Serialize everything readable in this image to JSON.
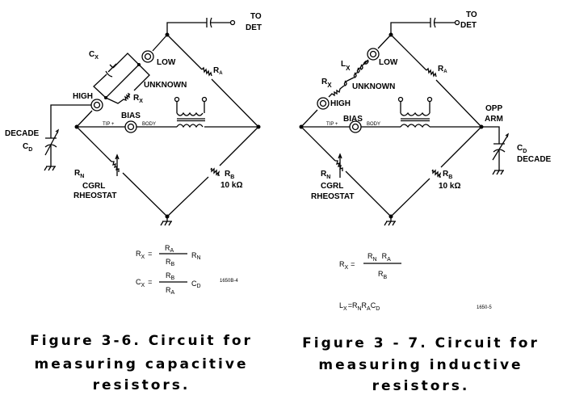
{
  "fig36": {
    "to": "TO",
    "det": "DET",
    "low": "LOW",
    "high": "HIGH",
    "unknown": "UNKNOWN",
    "cx": "C",
    "cx_sub": "X",
    "rx": "R",
    "rx_sub": "X",
    "ra": "R",
    "ra_sub": "A",
    "bias": "BIAS",
    "tip": "TIP +",
    "body": "BODY",
    "decade": "DECADE",
    "cd": "C",
    "cd_sub": "D",
    "rn": "R",
    "rn_sub": "N",
    "cgrl": "CGRL",
    "rheostat": "RHEOSTAT",
    "rb": "R",
    "rb_sub": "B",
    "rb_value": "10 kΩ",
    "formula1": {
      "lhs": "R",
      "lhs_sub": "X",
      "eq": "=",
      "num": "R",
      "num_sub": "A",
      "den": "R",
      "den_sub": "B",
      "mult": "R",
      "mult_sub": "N"
    },
    "formula2": {
      "lhs": "C",
      "lhs_sub": "X",
      "eq": "=",
      "num": "R",
      "num_sub": "B",
      "den": "R",
      "den_sub": "A",
      "mult": "C",
      "mult_sub": "D"
    },
    "code": "1650B-4",
    "caption": [
      "Figure 3-6. Circuit for",
      "measuring capacitive",
      "resistors."
    ]
  },
  "fig37": {
    "to": "TO",
    "det": "DET",
    "low": "LOW",
    "high": "HIGH",
    "unknown": "UNKNOWN",
    "lx": "L",
    "lx_sub": "X",
    "rx": "R",
    "rx_sub": "X",
    "ra": "R",
    "ra_sub": "A",
    "bias": "BIAS",
    "tip": "TIP +",
    "body": "BODY",
    "opp": "OPP",
    "arm": "ARM",
    "cd": "C",
    "cd_sub": "D",
    "decade": "DECADE",
    "rn": "R",
    "rn_sub": "N",
    "cgrl": "CGRL",
    "rheostat": "RHEOSTAT",
    "rb": "R",
    "rb_sub": "B",
    "rb_value": "10 kΩ",
    "formula1": {
      "lhs": "R",
      "lhs_sub": "X",
      "eq": "=",
      "num": "R",
      "num_sub": "N",
      "num2": "R",
      "num2_sub": "A",
      "den": "R",
      "den_sub": "B"
    },
    "formula2": {
      "lhs": "L",
      "lhs_sub": "X",
      "eq": "=",
      "a": "R",
      "a_sub": "N",
      "b": "R",
      "b_sub": "A",
      "c": "C",
      "c_sub": "D"
    },
    "code": "1650-5",
    "caption": [
      "Figure 3 - 7. Circuit for",
      "measuring inductive",
      "resistors."
    ]
  }
}
